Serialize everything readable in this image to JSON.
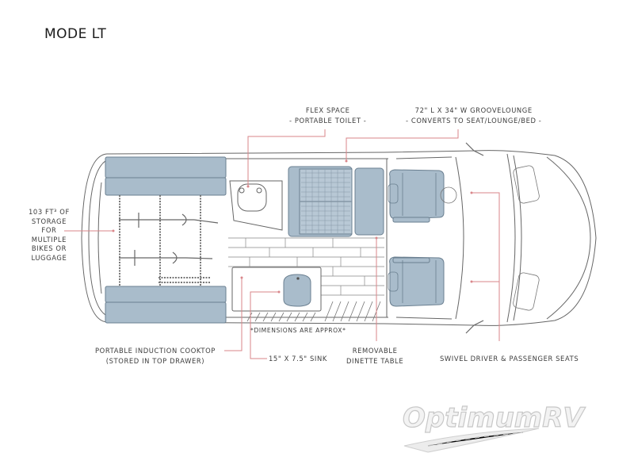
{
  "title": "MODE LT",
  "labels": {
    "flex_space": [
      "FLEX SPACE",
      "- PORTABLE TOILET -"
    ],
    "groovelounge": [
      "72\" L X 34\" W GROOVELOUNGE",
      "- CONVERTS TO SEAT/LOUNGE/BED -"
    ],
    "storage": [
      "103 FT³ OF",
      "STORAGE",
      "FOR",
      "MULTIPLE",
      "BIKES OR",
      "LUGGAGE"
    ],
    "cooktop": [
      "PORTABLE INDUCTION COOKTOP",
      "(STORED IN TOP DRAWER)"
    ],
    "sink": "15\" X 7.5\" SINK",
    "dinette": [
      "REMOVABLE",
      "DINETTE TABLE"
    ],
    "seats": "SWIVEL DRIVER & PASSENGER SEATS",
    "dimensions_note": "*DIMENSIONS ARE APPROX*"
  },
  "logo": {
    "text": "OptimumRV"
  },
  "colors": {
    "leader_line": "#d9868a",
    "furniture_fill": "#a9bccb",
    "outline": "#555555",
    "text": "#3c3c3c"
  }
}
